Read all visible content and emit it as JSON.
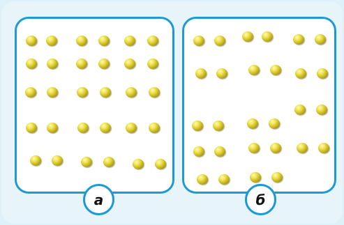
{
  "panels": [
    {
      "id": "a",
      "label": "а",
      "dot_count": 30
    },
    {
      "id": "b",
      "label": "б",
      "dot_count": 28
    }
  ],
  "colors": {
    "border": "#1c9ad6",
    "background": "#dff1f8",
    "dot": "#d8c72a"
  }
}
